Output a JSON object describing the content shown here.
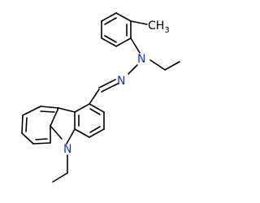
{
  "molecule": {
    "atoms": {
      "methyl": "CH3",
      "hydrazone_n_upper": "N",
      "hydrazone_n_lower": "N",
      "carbazole_n": "N"
    },
    "colors": {
      "bond": "#000000",
      "nitrogen": "#1f2dc9",
      "carbon_label": "#000000"
    }
  }
}
